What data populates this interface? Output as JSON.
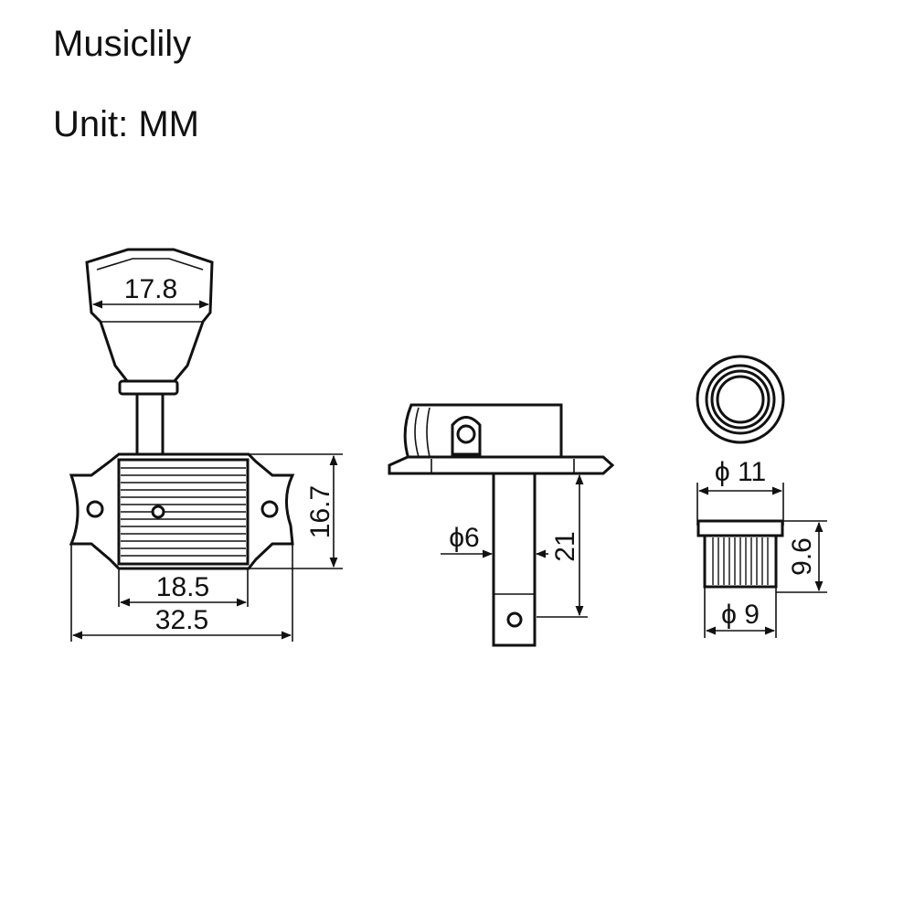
{
  "header": {
    "brand": "Musiclily",
    "unit": "Unit: MM"
  },
  "front_view": {
    "button_width": "17.8",
    "housing_height": "16.7",
    "housing_width": "18.5",
    "overall_width": "32.5"
  },
  "side_view": {
    "post_diameter": "ϕ6",
    "post_length": "21"
  },
  "bushing_view": {
    "outer_diameter": "ϕ 11",
    "height": "9.6",
    "body_diameter": "ϕ 9"
  }
}
